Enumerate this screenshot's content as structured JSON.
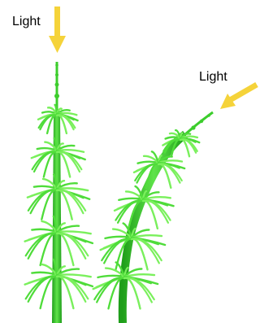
{
  "labels": {
    "light_top": "Light",
    "light_right": "Light"
  },
  "colors": {
    "arrow": "#f5d33a",
    "stem": "#3ccd2c",
    "stem_dark": "#1f9e1a",
    "leaf": "#4fdc3a",
    "leaf_light": "#7af05c"
  },
  "plants": [
    {
      "name": "upright-plant",
      "whorls": 5
    },
    {
      "name": "bent-plant",
      "whorls": 5
    }
  ],
  "icons": [
    "down-arrow-icon",
    "diagonal-arrow-icon"
  ]
}
